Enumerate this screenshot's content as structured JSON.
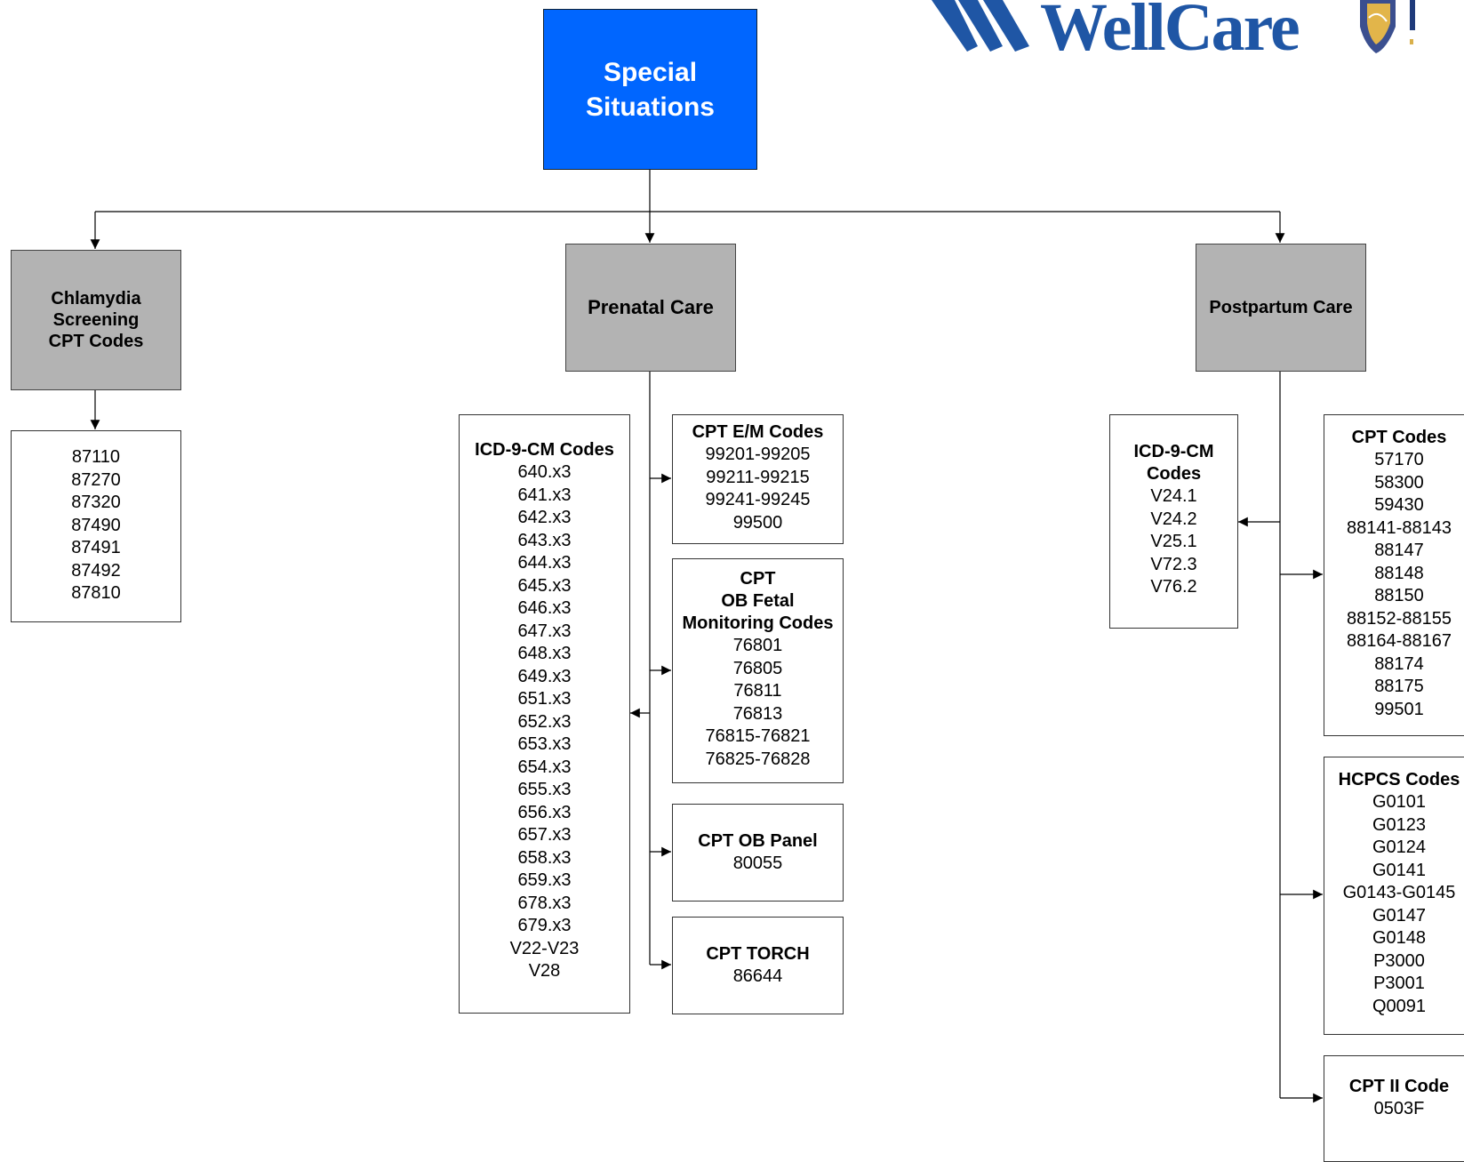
{
  "root": {
    "line1": "Special",
    "line2": "Situations"
  },
  "logo": {
    "text": "WellCare",
    "mark": "®",
    "color": "#1f56a5"
  },
  "branches": {
    "chlamydia": {
      "title_lines": [
        "Chlamydia",
        "Screening",
        "CPT Codes"
      ],
      "codes": [
        "87110",
        "87270",
        "87320",
        "87490",
        "87491",
        "87492",
        "87810"
      ]
    },
    "prenatal": {
      "title": "Prenatal Care",
      "icd": {
        "title": "ICD-9-CM Codes",
        "codes": [
          "640.x3",
          "641.x3",
          "642.x3",
          "643.x3",
          "644.x3",
          "645.x3",
          "646.x3",
          "647.x3",
          "648.x3",
          "649.x3",
          "651.x3",
          "652.x3",
          "653.x3",
          "654.x3",
          "655.x3",
          "656.x3",
          "657.x3",
          "658.x3",
          "659.x3",
          "678.x3",
          "679.x3",
          "V22-V23",
          "V28"
        ]
      },
      "em": {
        "title": "CPT E/M Codes",
        "codes": [
          "99201-99205",
          "99211-99215",
          "99241-99245",
          "99500"
        ]
      },
      "fetal": {
        "title_lines": [
          "CPT",
          "OB Fetal",
          "Monitoring Codes"
        ],
        "codes": [
          "76801",
          "76805",
          "76811",
          "76813",
          "76815-76821",
          "76825-76828"
        ]
      },
      "panel": {
        "title": "CPT OB Panel",
        "codes": [
          "80055"
        ]
      },
      "torch": {
        "title": "CPT TORCH",
        "codes": [
          "86644"
        ]
      }
    },
    "postpartum": {
      "title": "Postpartum Care",
      "icd": {
        "title_lines": [
          "ICD-9-CM",
          "Codes"
        ],
        "codes": [
          "V24.1",
          "V24.2",
          "V25.1",
          "V72.3",
          "V76.2"
        ]
      },
      "cpt": {
        "title": "CPT Codes",
        "codes": [
          "57170",
          "58300",
          "59430",
          "88141-88143",
          "88147",
          "88148",
          "88150",
          "88152-88155",
          "88164-88167",
          "88174",
          "88175",
          "99501"
        ]
      },
      "hcpcs": {
        "title": "HCPCS Codes",
        "codes": [
          "G0101",
          "G0123",
          "G0124",
          "G0141",
          "G0143-G0145",
          "G0147",
          "G0148",
          "P3000",
          "P3001",
          "Q0091"
        ]
      },
      "cpt2": {
        "title": "CPT II Code",
        "codes": [
          "0503F"
        ]
      }
    }
  }
}
